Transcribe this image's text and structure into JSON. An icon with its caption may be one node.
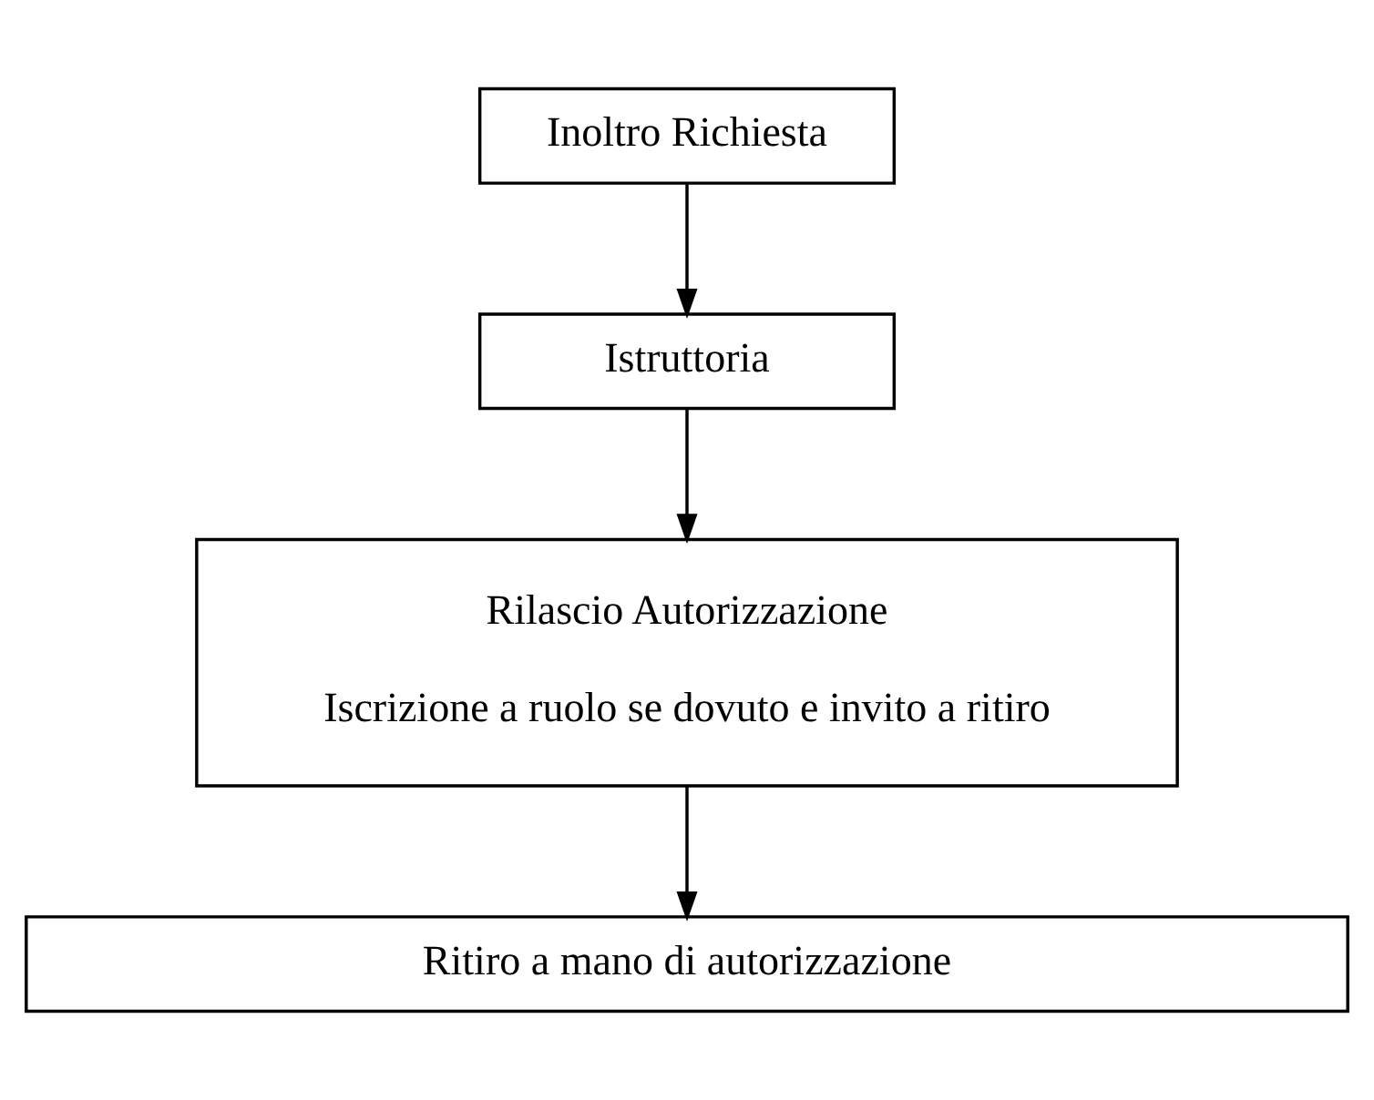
{
  "diagram": {
    "nodes": [
      {
        "text": [
          "Inoltro Richiesta"
        ]
      },
      {
        "text": [
          "Istruttoria"
        ]
      },
      {
        "text": [
          "Rilascio Autorizzazione",
          "Iscrizione a ruolo se dovuto e invito a ritiro"
        ]
      },
      {
        "text": [
          "Ritiro a mano di autorizzazione"
        ]
      }
    ],
    "edges": [
      {
        "from": 0,
        "to": 1,
        "arrow": "to"
      },
      {
        "from": 1,
        "to": 2,
        "arrow": "to"
      },
      {
        "from": 2,
        "to": 3,
        "arrow": "to"
      }
    ]
  }
}
